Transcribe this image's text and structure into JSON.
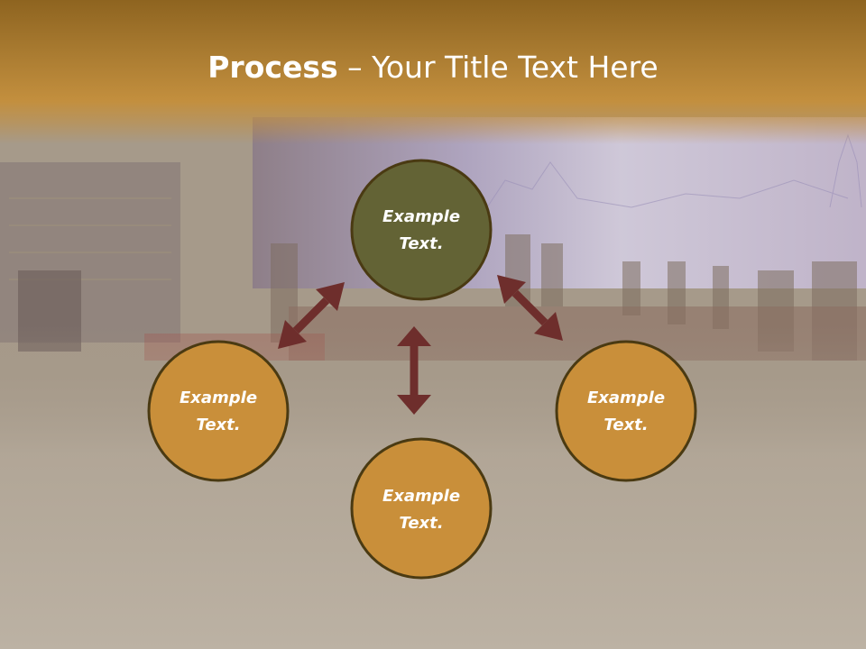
{
  "slide": {
    "title_bold": "Process",
    "title_rest": " – Your Title Text Here"
  },
  "diagram": {
    "nodes": [
      {
        "id": "top",
        "line1": "Example",
        "line2": "Text.",
        "fill": "#636335"
      },
      {
        "id": "left",
        "line1": "Example",
        "line2": "Text.",
        "fill": "#c98f3a"
      },
      {
        "id": "bottom",
        "line1": "Example",
        "line2": "Text.",
        "fill": "#c98f3a"
      },
      {
        "id": "right",
        "line1": "Example",
        "line2": "Text.",
        "fill": "#c98f3a"
      }
    ],
    "node_stroke": "#4a3a12",
    "arrow_color": "#6e2e2c"
  },
  "colors": {
    "title_band": "#c38f3e",
    "title_text": "#ffffff",
    "background": "#b3a99a"
  }
}
